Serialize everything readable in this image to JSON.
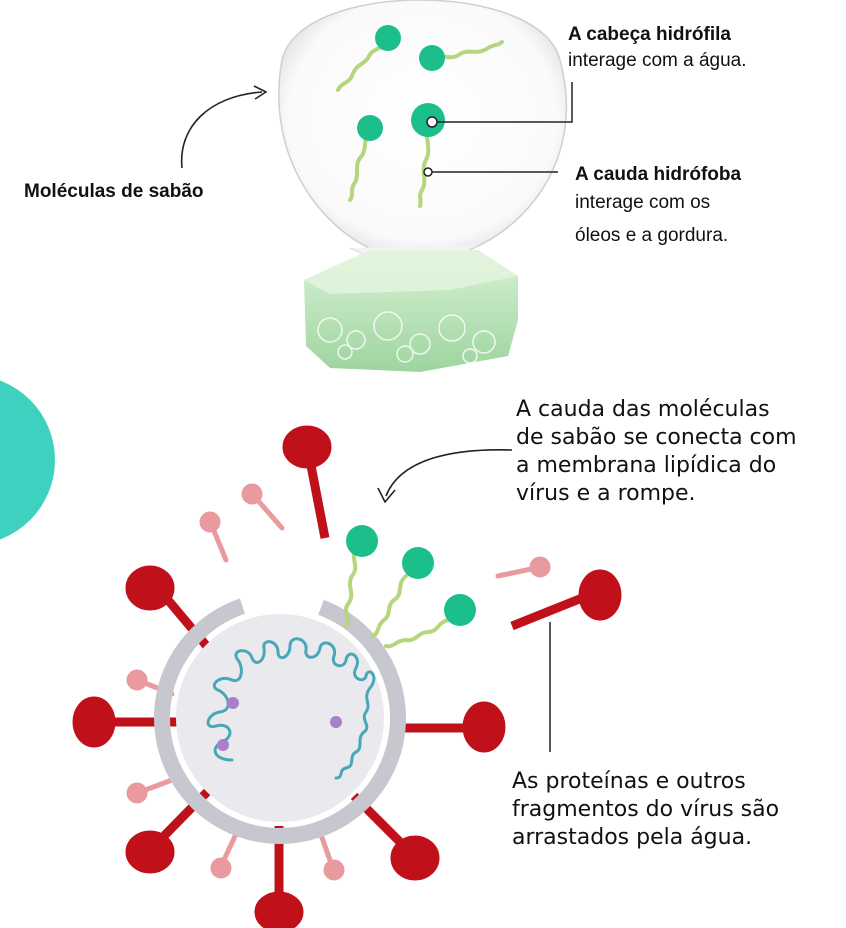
{
  "title_molecules": "Moléculas de sabão",
  "head": {
    "title": "A cabeça hidrófila",
    "desc": "interage com a água."
  },
  "tail": {
    "title": "A cauda hidrófoba",
    "desc_line1": "interage com os",
    "desc_line2": "óleos e a gordura."
  },
  "connect_text": [
    "A cauda das moléculas",
    "de sabão se conecta com",
    "a membrana lipídica do",
    "vírus e a rompe."
  ],
  "proteins_text": [
    "As proteínas e outros",
    "fragmentos do vírus são",
    "arrastados pela água."
  ],
  "colors": {
    "head": "#1cbf8c",
    "tail": "#b5d57e",
    "spike": "#c0111b",
    "small_spike": "#e99a9e",
    "rna": "#4aa7b8",
    "virus_body": "#e9e9ee",
    "virus_ring": "#c7c8cf",
    "teal_blob": "#3fd1bf",
    "soap": "#9fdca3"
  },
  "icons": [
    "arrow-curved-icon",
    "soap-bar-icon",
    "virus-icon",
    "soap-molecule-icon"
  ]
}
